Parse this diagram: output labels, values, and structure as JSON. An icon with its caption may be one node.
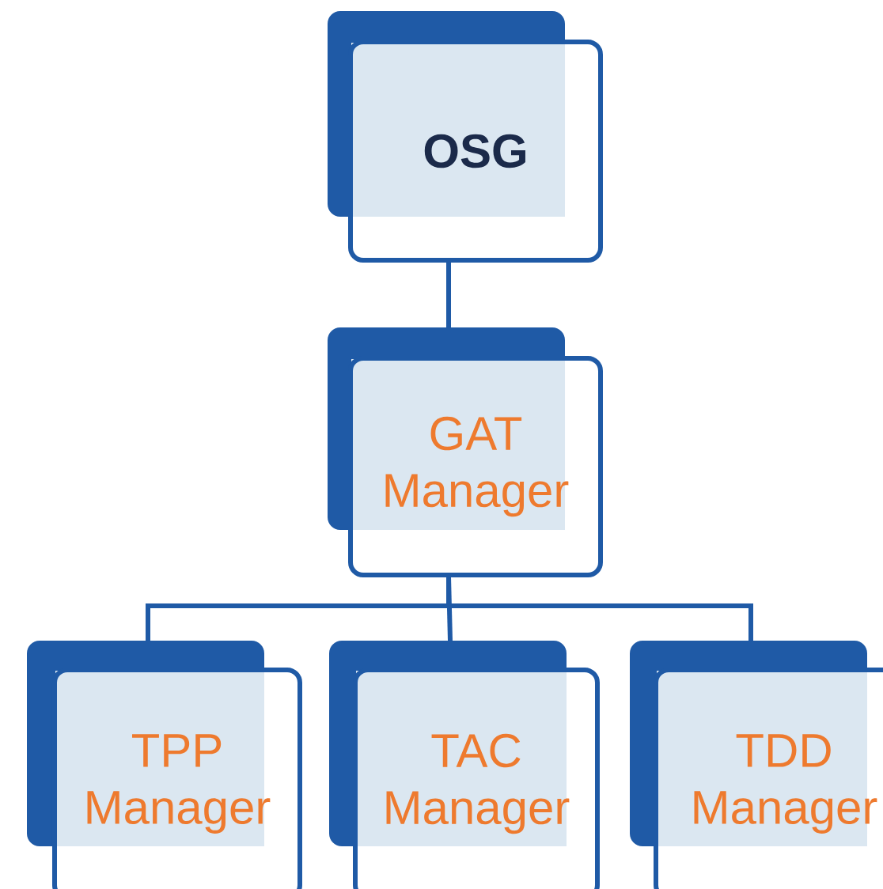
{
  "diagram": {
    "nodes": [
      {
        "text": [
          "OSG"
        ]
      },
      {
        "text": [
          "GAT Manager"
        ]
      },
      {
        "text": [
          "TPP Manager"
        ]
      },
      {
        "text": [
          "TAC Manager"
        ]
      },
      {
        "text": [
          "TDD Manager"
        ]
      }
    ],
    "edges": [
      {
        "from": 0,
        "to": 1,
        "arrow": "none"
      },
      {
        "from": 1,
        "to": 2,
        "arrow": "none"
      },
      {
        "from": 1,
        "to": 3,
        "arrow": "none"
      },
      {
        "from": 1,
        "to": 4,
        "arrow": "none"
      }
    ]
  }
}
